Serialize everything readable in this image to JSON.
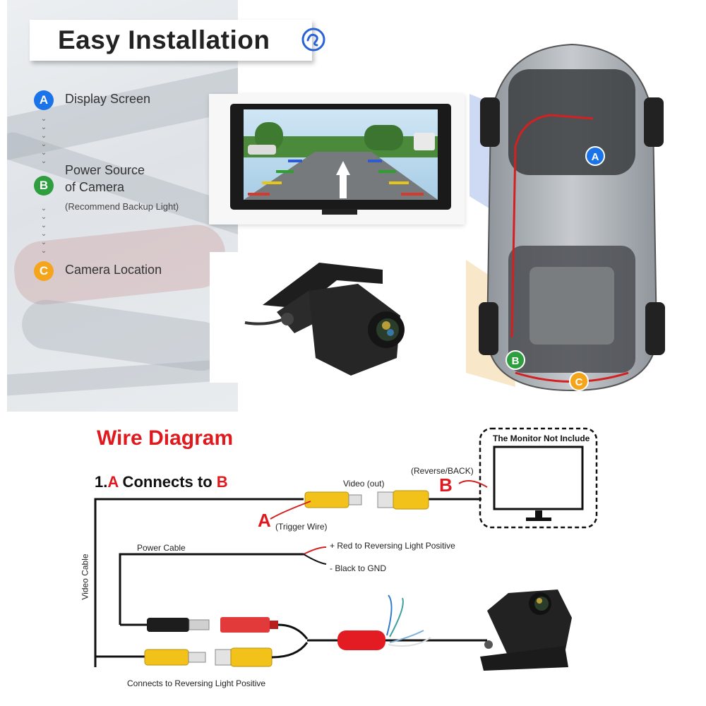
{
  "header": {
    "title": "Easy Installation",
    "logo_icon": "swirl-logo-icon"
  },
  "legend": [
    {
      "badge": "A",
      "label": "Display Screen",
      "sub": "",
      "color": "#1a73e8"
    },
    {
      "badge": "B",
      "label_line1": "Power Source",
      "label_line2": "of Camera",
      "sub": "(Recommend Backup Light)",
      "color": "#2e9e3e"
    },
    {
      "badge": "C",
      "label": "Camera Location",
      "sub": "",
      "color": "#f4a51c"
    }
  ],
  "car_markers": [
    {
      "badge": "A",
      "color": "#1a73e8"
    },
    {
      "badge": "B",
      "color": "#2e9e3e"
    },
    {
      "badge": "C",
      "color": "#f4a51c"
    }
  ],
  "wire_diagram": {
    "title": "Wire Diagram",
    "connects": {
      "prefix": "1.",
      "a": "A",
      "middle": " Connects to ",
      "b": "B"
    },
    "video_out_label": "Video (out)",
    "reverse_label": "(Reverse/BACK)",
    "letter_b": "B",
    "letter_a": "A",
    "trigger_label": "(Trigger Wire)",
    "monitor_note": "The Monitor Not Include",
    "power_cable_label": "Power Cable",
    "red_wire_label": "+ Red to Reversing Light Positive",
    "black_wire_label": "- Black to GND",
    "video_cable_label": "Video Cable",
    "bottom_label": "Connects to Reversing Light Positive"
  },
  "colors": {
    "accent_red": "#e0191f",
    "rca_yellow": "#f2c21b",
    "rca_red": "#e23a3a",
    "badge_blue": "#1a73e8",
    "badge_green": "#2e9e3e",
    "badge_orange": "#f4a51c"
  }
}
